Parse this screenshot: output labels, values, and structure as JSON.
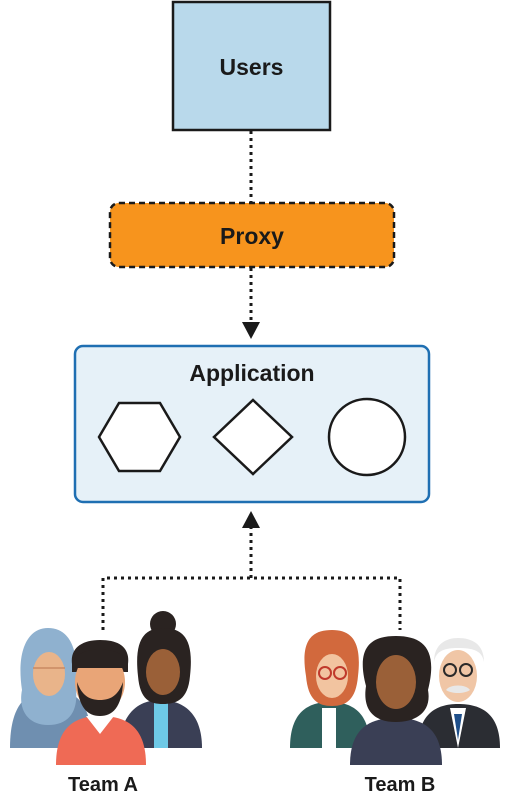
{
  "nodes": {
    "users": {
      "label": "Users",
      "fill": "#b9d9eb",
      "stroke": "#1a1a1a"
    },
    "proxy": {
      "label": "Proxy",
      "fill": "#f7941d",
      "stroke": "#1a1a1a"
    },
    "application": {
      "label": "Application",
      "fill": "#e6f1f8",
      "stroke": "#1f6fb2",
      "shapes": [
        "hexagon",
        "diamond",
        "circle"
      ]
    }
  },
  "teams": [
    {
      "label": "Team A",
      "people": [
        "woman-hijab",
        "man-beard",
        "woman-bun"
      ]
    },
    {
      "label": "Team B",
      "people": [
        "woman-glasses",
        "woman-curly",
        "man-elder-glasses"
      ]
    }
  ],
  "edges": [
    {
      "from": "users",
      "to": "proxy",
      "style": "dotted"
    },
    {
      "from": "proxy",
      "to": "application",
      "style": "dotted-arrow"
    },
    {
      "from": "teams",
      "to": "application",
      "style": "dotted-arrow"
    }
  ]
}
